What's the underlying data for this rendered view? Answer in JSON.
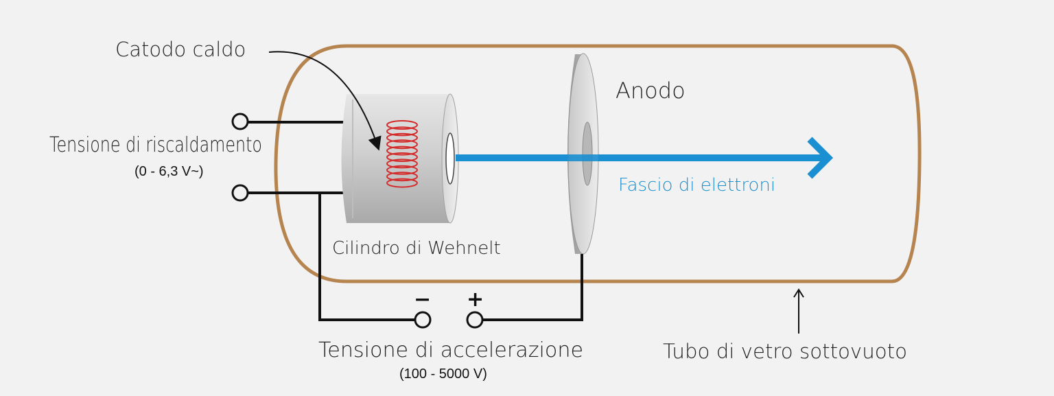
{
  "labels": {
    "hot_cathode": "Catodo caldo",
    "heating_voltage": "Tensione di riscaldamento",
    "heating_range": "(0 - 6,3 V~)",
    "wehnelt": "Cilindro di Wehnelt",
    "anode": "Anodo",
    "electron_beam": "Fascio di elettroni",
    "acceleration_voltage": "Tensione di accelerazione",
    "acceleration_range": "(100 - 5000 V)",
    "glass_tube": "Tubo di vetro sottovuoto",
    "minus_sign": "−",
    "plus_sign": "+"
  },
  "colors": {
    "background": "#f2f2f2",
    "tube_outline": "#b5844f",
    "beam": "#1a8fd1",
    "coil": "#d42a2a",
    "wire": "#111111"
  }
}
